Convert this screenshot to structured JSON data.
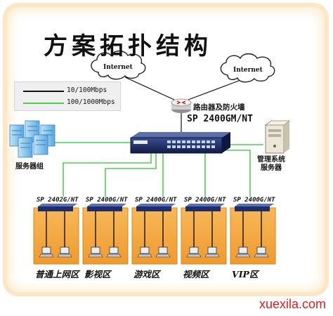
{
  "title": "方案拓扑结构",
  "legend": {
    "items": [
      {
        "label": "10/100Mbps",
        "color": "#111111"
      },
      {
        "label": "100/1000Mbps",
        "color": "#4fd14f"
      }
    ]
  },
  "internet_labels": [
    "Internet",
    "Internet"
  ],
  "router_label": "路由器及防火墙",
  "core_switch_label": "SP 2400GM/NT",
  "server_group_label": "服务器组",
  "management_server_label": [
    "管理系统",
    "服务器"
  ],
  "branches": [
    {
      "switch": "SP 2402G/NT",
      "zone": "普通上网区",
      "device": "laptop"
    },
    {
      "switch": "SP 2400G/NT",
      "zone": "影视区",
      "device": "laptop"
    },
    {
      "switch": "SP 2400G/NT",
      "zone": "游戏区",
      "device": "laptop"
    },
    {
      "switch": "SP 2400G/NT",
      "zone": "视频区",
      "device": "laptop"
    },
    {
      "switch": "SP 2400G/NT",
      "zone": "VIP区",
      "device": "laptop"
    }
  ],
  "watermark": "xuexila.com",
  "colors": {
    "gigabit_link": "#4fd14f",
    "fast_link": "#111111",
    "zone_fill": "#f5ae3f",
    "zone_border": "#d48a1e",
    "switch_body": "#1b2f6e",
    "server_blue": "#7fc3ef",
    "frame_glow": "#fde7c2",
    "watermark": "#e21c1c"
  }
}
